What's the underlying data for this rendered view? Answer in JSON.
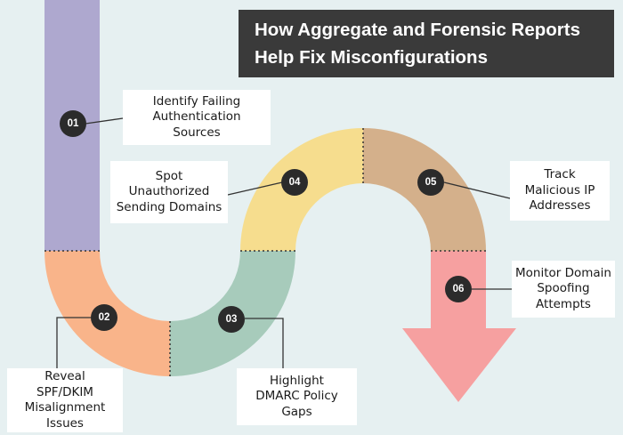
{
  "title": {
    "line1": "How Aggregate and Forensic Reports",
    "line2": "Help Fix Misconfigurations"
  },
  "colors": {
    "background": "#e6f0f1",
    "segment_01": "#aea8cf",
    "segment_02": "#f9b48a",
    "segment_03": "#a7cbbb",
    "segment_04": "#f6dd8e",
    "segment_05": "#d4b08b",
    "segment_06": "#f6a0a0",
    "badge": "#2b2b2b",
    "title_box": "#3a3a3a"
  },
  "steps": [
    {
      "number": "01",
      "lines": [
        "Identify Failing",
        "Authentication",
        "Sources"
      ]
    },
    {
      "number": "02",
      "lines": [
        "Reveal",
        "SPF/DKIM",
        "Misalignment",
        "Issues"
      ]
    },
    {
      "number": "03",
      "lines": [
        "Highlight",
        "DMARC Policy",
        "Gaps"
      ]
    },
    {
      "number": "04",
      "lines": [
        "Spot",
        "Unauthorized",
        "Sending Domains"
      ]
    },
    {
      "number": "05",
      "lines": [
        "Track",
        "Malicious IP",
        "Addresses"
      ]
    },
    {
      "number": "06",
      "lines": [
        "Monitor Domain",
        "Spoofing",
        "Attempts"
      ]
    }
  ]
}
